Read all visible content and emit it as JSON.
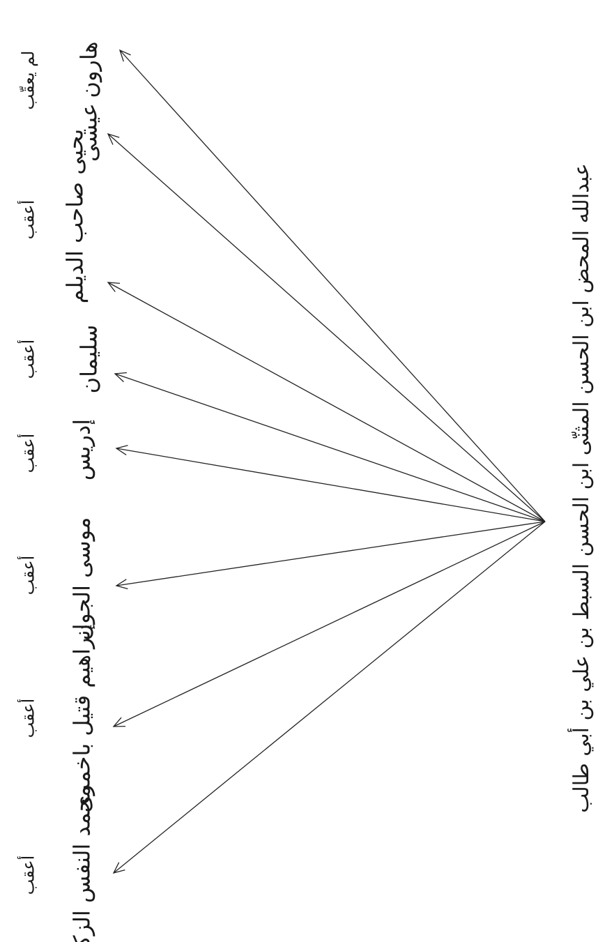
{
  "root": {
    "name": "عبدالله المحض ابن الحسن المثنّى ابن الحسن السبط بن علي بن أبي طالب"
  },
  "children": [
    {
      "name": "هارون",
      "note": "لم يعقّب"
    },
    {
      "name": "عيسى",
      "note": ""
    },
    {
      "name": "يحيى صاحب الديلم",
      "note": "أعقب"
    },
    {
      "name": "سليمان",
      "note": "أعقب"
    },
    {
      "name": "إدريس",
      "note": "أعقب"
    },
    {
      "name": "موسى الجون",
      "note": "أعقب"
    },
    {
      "name": "إبراهيم قتيل باخمرى",
      "note": "أعقب"
    },
    {
      "name": "محمد النفس الزكية",
      "note": "أعقب"
    }
  ]
}
